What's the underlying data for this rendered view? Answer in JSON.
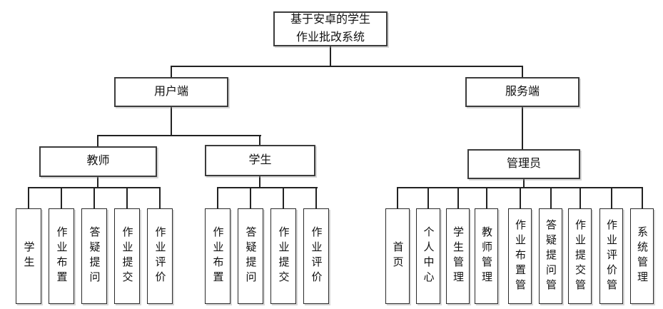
{
  "diagram": {
    "title": "基于安卓的学生作业批改系统",
    "root_label": "基于安卓的学生作业批改系统",
    "user_side_label": "用户端",
    "server_side_label": "服务端",
    "teacher_label": "教师",
    "student_label": "学生",
    "admin_label": "管理员",
    "teacher_children": [
      "学生",
      "作业布置",
      "答疑提问",
      "作业提交",
      "作业评价"
    ],
    "student_children": [
      "作业布置",
      "答疑提问",
      "作业提交",
      "作业评价"
    ],
    "admin_children": [
      "首页",
      "个人中心",
      "学生管理",
      "教师管理",
      "作业布置管",
      "答疑提问管",
      "作业提交管",
      "作业评价管",
      "系统管理"
    ]
  },
  "colors": {
    "box_border": "#3c3c3c",
    "connector": "#222222",
    "background": "#ffffff"
  }
}
